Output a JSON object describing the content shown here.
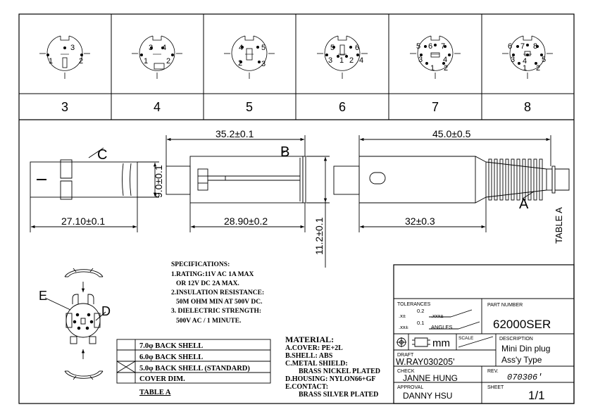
{
  "pin_table": {
    "columns": [
      {
        "label": "3",
        "pins": [
          "3",
          "1",
          "2"
        ]
      },
      {
        "label": "4",
        "pins": [
          "3",
          "4",
          "1",
          "2"
        ]
      },
      {
        "label": "5",
        "pins": [
          "4",
          "5",
          "2",
          "3"
        ]
      },
      {
        "label": "6",
        "pins": [
          "5",
          "6",
          "3",
          "1",
          "2",
          "4"
        ]
      },
      {
        "label": "7",
        "pins": [
          "5",
          "6",
          "7",
          "3",
          "4",
          "1",
          "2"
        ]
      },
      {
        "label": "8",
        "pins": [
          "6",
          "7",
          "8",
          "3",
          "4",
          "5",
          "1",
          "2"
        ]
      }
    ]
  },
  "drawing": {
    "part_c_label": "C",
    "part_b_label": "B",
    "part_a_label": "A",
    "part_e_label": "E",
    "part_d_label": "D",
    "dim_c_length": "27.10±0.1",
    "dim_c_height": "9.0±0.1",
    "dim_b_length_top": "35.2±0.1",
    "dim_b_length_bottom": "28.90±0.2",
    "dim_b_height": "11.2±0.1",
    "dim_a_length_top": "45.0±0.5",
    "dim_a_length_bottom": "32±0.3",
    "table_a_side": "TABLE A"
  },
  "specifications": {
    "title": "SPECIFICATIONS:",
    "lines": [
      "1.RATING:11V AC 1A MAX",
      "OR 12V DC 2A MAX.",
      "2.INSULATION RESISTANCE:",
      "50M OHM MIN AT 500V DC.",
      "3. DIELECTRIC STRENGTH:",
      "500V AC / 1 MINUTE."
    ]
  },
  "table_a": {
    "rows": [
      "7.0φ BACK SHELL",
      "6.0φ BACK SHELL",
      "5.0φ BACK SHELL (STANDARD)",
      "COVER DIM."
    ],
    "caption": "TABLE A"
  },
  "material": {
    "title": "MATERIAL:",
    "lines": [
      "A.COVER: PE+2L",
      "B.SHELL: ABS",
      "C.METAL SHIELD:",
      "BRASS NICKEL PLATED",
      "D.HOUSING: NYLON66+GF",
      "E.CONTACT:",
      "BRASS SILVER PLATED"
    ]
  },
  "title_block": {
    "tolerances_label": "TOLERANCES",
    "tol_x": ".x±",
    "tol_x_val": "0.2",
    "tol_xxx": ".xxx±",
    "tol_xx": ".xx±",
    "tol_xx_val": "0.1",
    "angles": "ANGLES",
    "part_number_label": "PART NUMBER",
    "part_number": "62000SER",
    "units": "mm",
    "scale_label": "SCALE",
    "description_label": "DESCRIPTION",
    "description_lines": [
      "Mini Din plug",
      "Ass'y Type"
    ],
    "draft_label": "DRAFT",
    "draft_value": "W.RAY030205'",
    "check_label": "CHECK",
    "check_value": "JANNE HUNG",
    "rev_label": "REV.",
    "rev_value": "070306'",
    "approval_label": "APPROVAL",
    "approval_value": "DANNY HSU",
    "sheet_label": "SHEET",
    "sheet_value": "1/1"
  }
}
